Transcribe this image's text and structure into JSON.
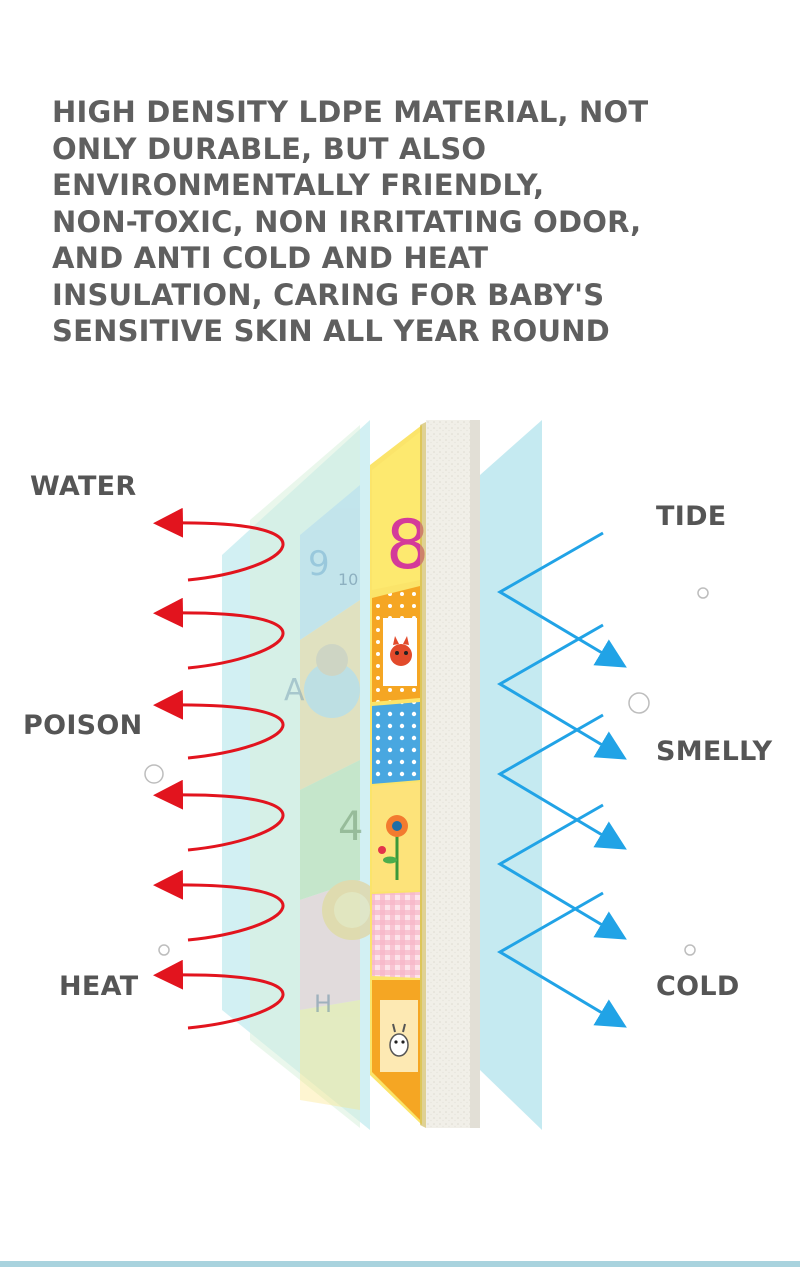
{
  "headline": {
    "lines": [
      "HIGH DENSITY LDPE MATERIAL, NOT",
      "ONLY DURABLE, BUT ALSO",
      "ENVIRONMENTALLY FRIENDLY,",
      "NON-TOXIC, NON IRRITATING ODOR,",
      "AND ANTI COLD AND HEAT",
      "INSULATION, CARING FOR BABY'S",
      "SENSITIVE SKIN ALL YEAR ROUND"
    ]
  },
  "labels": {
    "water": "WATER",
    "poison": "POISON",
    "heat": "HEAT",
    "tide": "TIDE",
    "smelly": "SMELLY",
    "cold": "COLD"
  },
  "mat_print": {
    "top_numeral": "8",
    "faded_numeral_1": "9",
    "faded_numeral_2": "10",
    "faded_numeral_3": "4",
    "faded_letter_1": "A",
    "faded_letter_2": "H"
  },
  "colors": {
    "text": "#5f5f5f",
    "label": "#555555",
    "red_arrow": "#e2141e",
    "blue_arrow": "#21a3e6",
    "film": "#bfe8ef",
    "foam": "#f1efe8",
    "mat_yellow": "#fbe46a",
    "mat_orange": "#f5a623",
    "bottom_bar": "#a9d3de"
  },
  "icons": [
    "red-arrow-icon",
    "blue-arrow-icon",
    "bubble-icon",
    "giraffe-icon",
    "flower-icon",
    "lion-icon",
    "bear-icon"
  ]
}
